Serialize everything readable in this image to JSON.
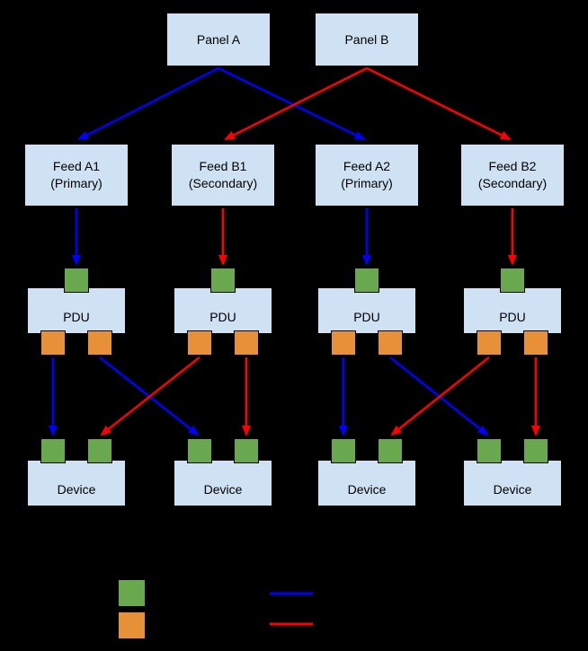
{
  "colors": {
    "background": "#000000",
    "box_fill": "#cfe2f3",
    "box_border": "#000000",
    "green_port": "#6aa84f",
    "orange_port": "#e69138",
    "primary_arrow": "#0000ff",
    "secondary_arrow": "#ff0000"
  },
  "diagram": {
    "panels": [
      {
        "label": "Panel A"
      },
      {
        "label": "Panel B"
      }
    ],
    "feeds": [
      {
        "line1": "Feed A1",
        "line2": "(Primary)"
      },
      {
        "line1": "Feed B1",
        "line2": "(Secondary)"
      },
      {
        "line1": "Feed A2",
        "line2": "(Primary)"
      },
      {
        "line1": "Feed B2",
        "line2": "(Secondary)"
      }
    ],
    "pdus": [
      {
        "label": "PDU"
      },
      {
        "label": "PDU"
      },
      {
        "label": "PDU"
      },
      {
        "label": "PDU"
      }
    ],
    "devices": [
      {
        "label": "Device"
      },
      {
        "label": "Device"
      },
      {
        "label": "Device"
      },
      {
        "label": "Device"
      }
    ]
  },
  "legend": {
    "green_swatch_icon": "input-port-swatch",
    "orange_swatch_icon": "output-port-swatch",
    "blue_line_icon": "primary-path-line",
    "red_line_icon": "secondary-path-line"
  }
}
